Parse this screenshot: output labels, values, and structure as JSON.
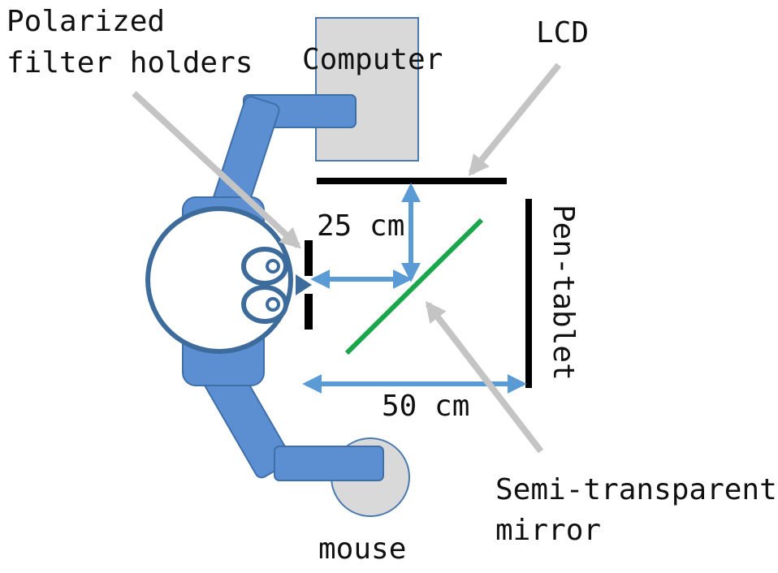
{
  "labels": {
    "polarized_line1": "Polarized",
    "polarized_line2": "filter holders",
    "computer": "Computer",
    "lcd": "LCD",
    "pen_tablet": "Pen-tablet",
    "distance_25": "25 cm",
    "distance_50": "50 cm",
    "mirror_line1": "Semi-transparent",
    "mirror_line2": "mirror",
    "mouse": "mouse"
  },
  "colors": {
    "person": "#5b8fd1",
    "person_stroke": "#3f6fa8",
    "head_stroke": "#3c6b9c",
    "arrow_blue": "#5b9bd5",
    "mirror": "#1aa64a",
    "pointer": "#c4c4c4",
    "device_fill": "#d9d9d9",
    "device_stroke": "#4a7ab0",
    "ink": "#000000"
  }
}
